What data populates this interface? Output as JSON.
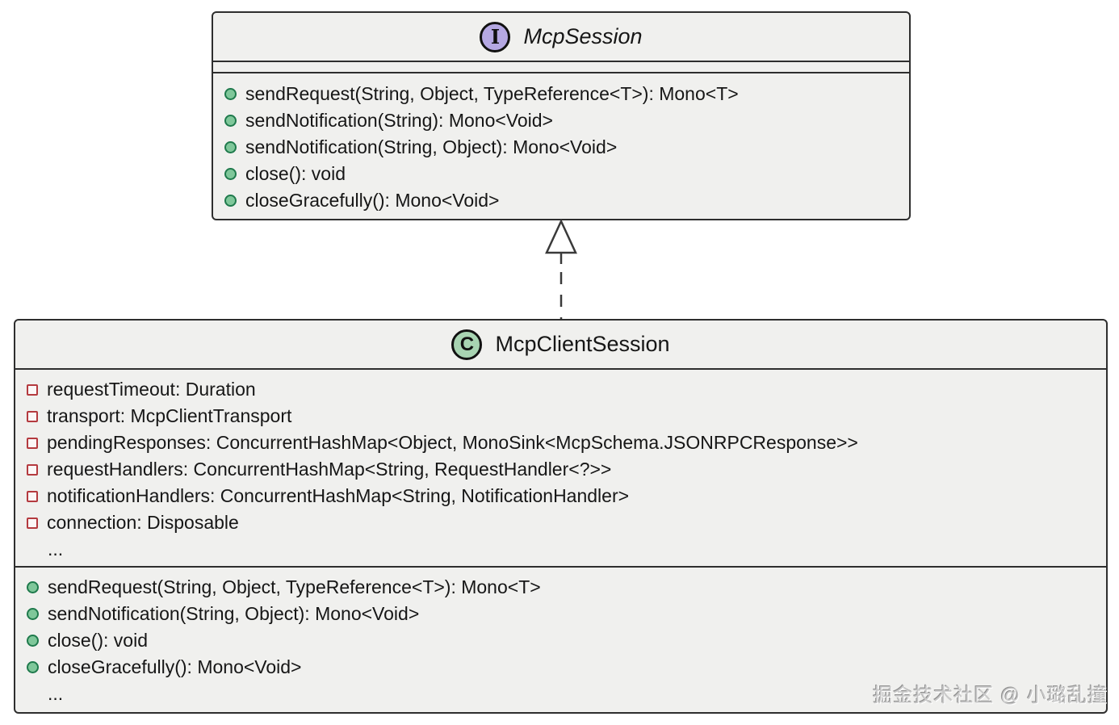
{
  "interface_box": {
    "badge": "I",
    "title": "McpSession",
    "methods": [
      "sendRequest(String, Object, TypeReference<T>): Mono<T>",
      "sendNotification(String): Mono<Void>",
      "sendNotification(String, Object): Mono<Void>",
      "close(): void",
      "closeGracefully(): Mono<Void>"
    ]
  },
  "class_box": {
    "badge": "C",
    "title": "McpClientSession",
    "fields": [
      "requestTimeout: Duration",
      "transport: McpClientTransport",
      "pendingResponses: ConcurrentHashMap<Object, MonoSink<McpSchema.JSONRPCResponse>>",
      "requestHandlers: ConcurrentHashMap<String, RequestHandler<?>>",
      "notificationHandlers: ConcurrentHashMap<String, NotificationHandler>",
      "connection: Disposable"
    ],
    "fields_more": "...",
    "methods": [
      "sendRequest(String, Object, TypeReference<T>): Mono<T>",
      "sendNotification(String, Object): Mono<Void>",
      "close(): void",
      "closeGracefully(): Mono<Void>"
    ],
    "methods_more": "..."
  },
  "watermark": "掘金技术社区 @ 小璐乱撞",
  "colors": {
    "box_fill": "#f0f0ee",
    "box_border": "#2e2e2e",
    "interface_badge_fill": "#b5a8e3",
    "class_badge_fill": "#a8d4b2",
    "method_bullet_fill": "#7fc79a",
    "method_bullet_border": "#1f7a4c",
    "field_bullet_border": "#b43a3f",
    "text": "#161616"
  }
}
